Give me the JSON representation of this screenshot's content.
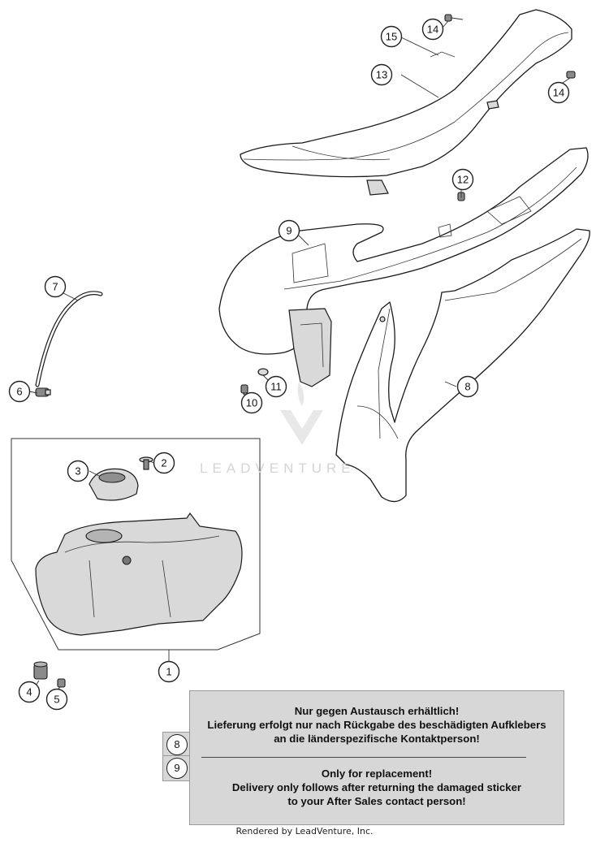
{
  "callouts": {
    "c1": "1",
    "c2": "2",
    "c3": "3",
    "c4": "4",
    "c5": "5",
    "c6": "6",
    "c7": "7",
    "c8": "8",
    "c9": "9",
    "c10": "10",
    "c11": "11",
    "c12": "12",
    "c13": "13",
    "c14a": "14",
    "c14b": "14",
    "c15": "15"
  },
  "note": {
    "de_line1": "Nur gegen Austausch erhältlich!",
    "de_line2": "Lieferung erfolgt nur nach Rückgabe des beschädigten Aufklebers",
    "de_line3": "an die länderspezifische Kontaktperson!",
    "en_line1": "Only for replacement!",
    "en_line2": "Delivery only follows after returning the damaged sticker",
    "en_line3": "to your After Sales contact person!",
    "refs": [
      "8",
      "9"
    ]
  },
  "watermark": "LEADVENTURE",
  "footer": "Rendered by LeadVenture, Inc."
}
